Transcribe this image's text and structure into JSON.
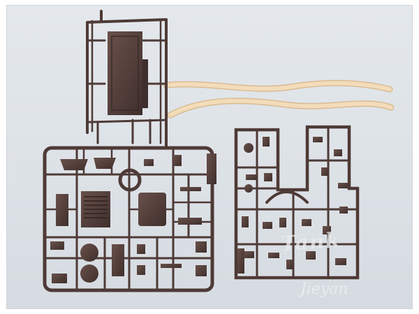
{
  "photo": {
    "subject": "plastic-model-kit-sprues-with-rubber-tracks",
    "colors": {
      "background": "#dde2e7",
      "sprue_plastic": "#4e3a36",
      "sprue_highlight": "#6a514b",
      "track_rubber": "#f0d7b4"
    }
  },
  "watermark": {
    "text": "Tank",
    "sub_text": "Jieyan"
  }
}
